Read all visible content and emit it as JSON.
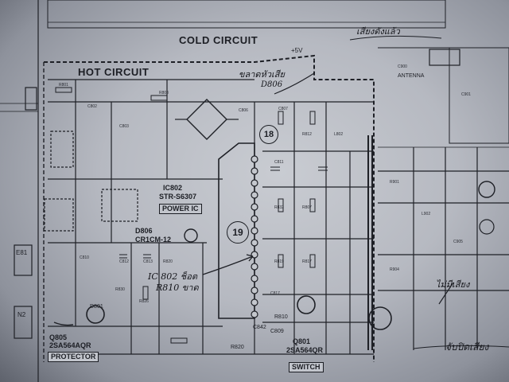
{
  "sections": {
    "cold": "COLD CIRCUIT",
    "hot": "HOT CIRCUIT"
  },
  "ic": {
    "number_top": "18",
    "number_main": "19",
    "ref": "IC802",
    "part": "STR-S6307",
    "function": "POWER IC"
  },
  "labels": {
    "power_ic_box": "POWER IC",
    "protector": "PROTECTOR",
    "switch": "SWITCH",
    "q805": "Q805",
    "q805_part": "2SA564AQR",
    "q801": "Q801",
    "q801_part": "2SA564QR",
    "d806": "D806",
    "d806_part": "CR1CM-12",
    "d801": "D801",
    "c809": "C809",
    "r820": "R820",
    "v5": "+5V",
    "r810": "R810",
    "c842": "C842",
    "e81": "E81",
    "n2": "N2",
    "antenna": "ANTENNA"
  },
  "notes": {
    "note1": "IC 802 ช็อต",
    "note2": "R810 ขาด",
    "note3": "ขลาดหัวเสีย",
    "note4": "D806",
    "note5": "เสียงดังแล้ว",
    "note6": "ไม่มีเสียง",
    "note7": "จับปิดเสียง"
  }
}
